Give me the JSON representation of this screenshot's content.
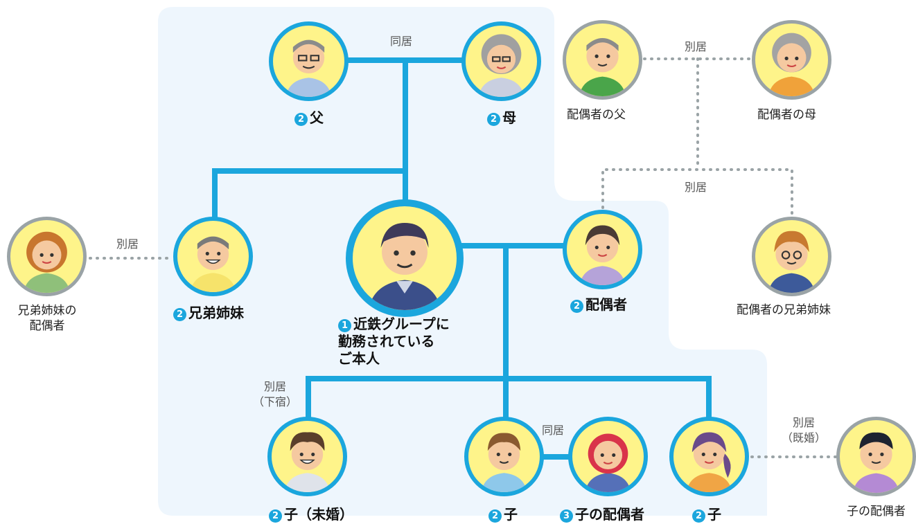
{
  "labels": {
    "cohabit": "同居",
    "separate": "別居",
    "separate_geshuku": "別居",
    "geshuku": "（下宿）",
    "separate_kikon": "別居",
    "kikon": "（既婚）"
  },
  "badges": {
    "two": "2",
    "one": "1",
    "three": "3"
  },
  "people": {
    "father": "父",
    "mother": "母",
    "sibling": "兄弟姉妹",
    "self_line1": "近鉄グループに",
    "self_line2": "勤務されている",
    "self_line3": "ご本人",
    "spouse": "配偶者",
    "child_unmarried": "子（未婚）",
    "child": "子",
    "child_spouse_in": "子の配偶者",
    "child_daughter": "子",
    "spouse_father": "配偶者の父",
    "spouse_mother": "配偶者の母",
    "spouse_sibling": "配偶者の兄弟姉妹",
    "sibling_spouse_line1": "兄弟姉妹の",
    "sibling_spouse_line2": "配偶者",
    "child_spouse_out": "子の配偶者"
  },
  "colors": {
    "accent": "#1ba6dd",
    "region": "#eef6fd",
    "face_bg": "#fef48a",
    "gray_ring": "#9aa3a6",
    "dotted": "#9aa3a6"
  }
}
